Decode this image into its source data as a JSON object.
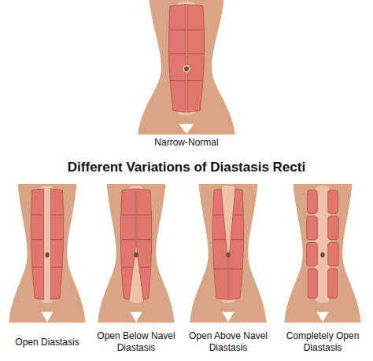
{
  "diagram": {
    "title": "Different Variations of Diastasis Recti",
    "labels": [
      "Narrow-Normal",
      "Open Diastasis",
      "Open Below Navel Diastasis",
      "Open Above Navel Diastasis",
      "Completely Open Diastasis"
    ]
  }
}
